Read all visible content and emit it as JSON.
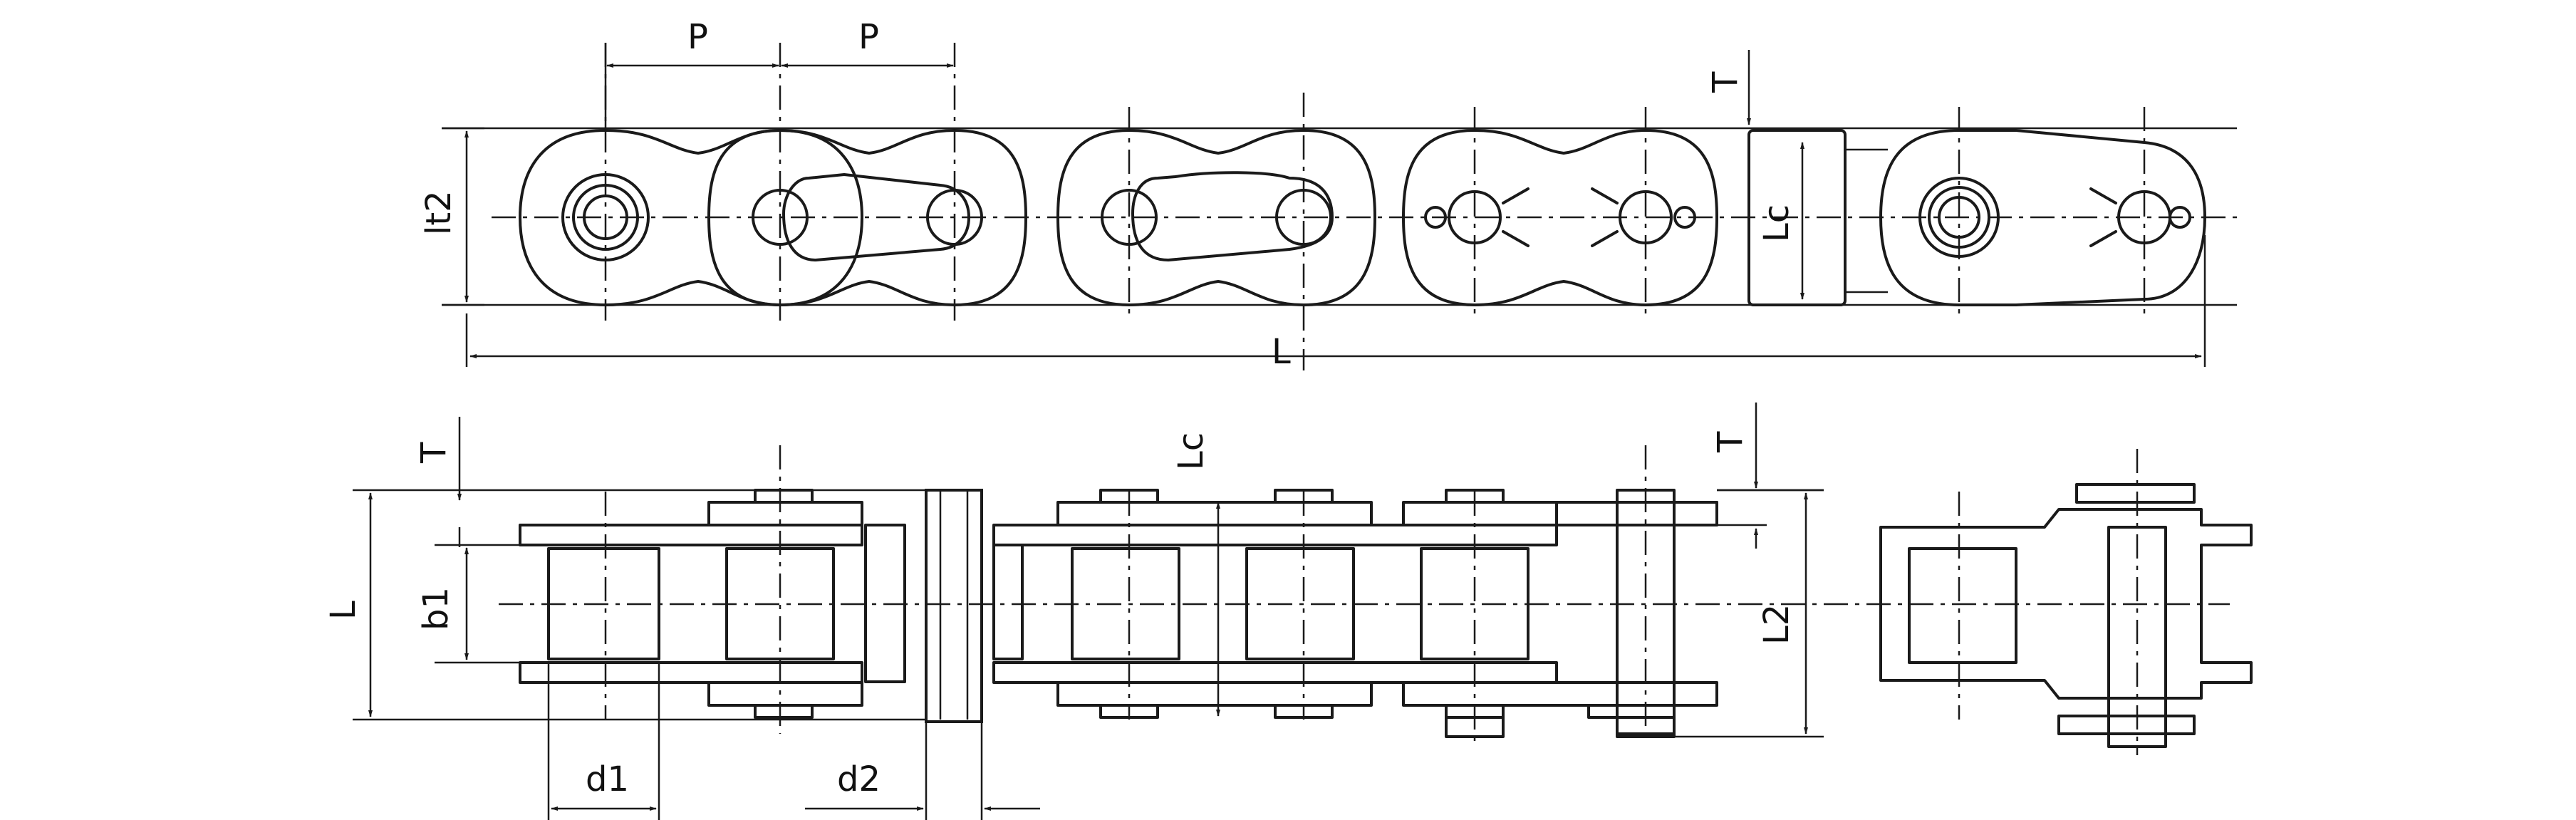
{
  "labels": {
    "pitch": "P",
    "thickness": "T",
    "plate_height": "lt2",
    "outer_width": "L",
    "inner_width": "b1",
    "lc": "Lc",
    "l2": "L2",
    "d1": "d1",
    "d2": "d2"
  },
  "colors": {
    "line": "#1a1a1a",
    "background": "#ffffff"
  }
}
